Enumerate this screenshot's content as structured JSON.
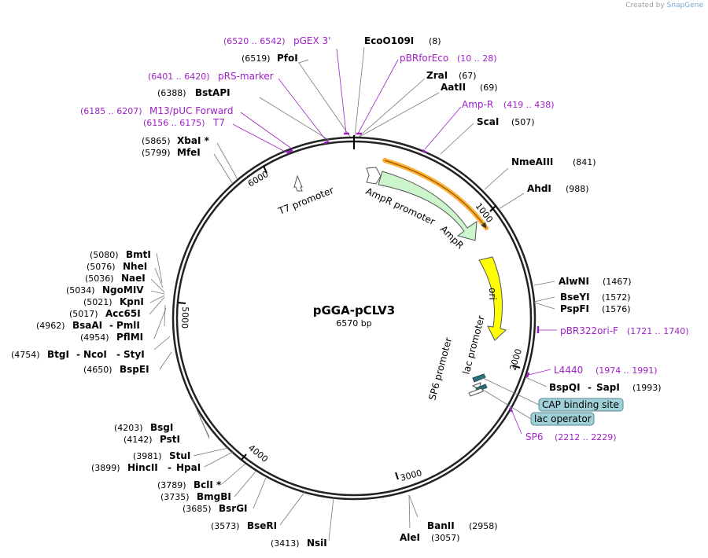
{
  "brand": {
    "prefix": "Created by",
    "name": "SnapGene"
  },
  "plasmid": {
    "name": "pGGA-pCLV3",
    "size": "6570 bp"
  },
  "ticks": [
    "1000",
    "2000",
    "3000",
    "4000",
    "5000",
    "6000"
  ],
  "sites": [
    {
      "id": "ecoo109i",
      "name": "EcoO109I",
      "pos": "(8)"
    },
    {
      "id": "pfoi",
      "name": "PfoI",
      "pos": "(6519)"
    },
    {
      "id": "zrai",
      "name": "ZraI",
      "pos": "(67)"
    },
    {
      "id": "aatii",
      "name": "AatII",
      "pos": "(69)"
    },
    {
      "id": "bstapi",
      "name": "BstAPI",
      "pos": "(6388)"
    },
    {
      "id": "scai",
      "name": "ScaI",
      "pos": "(507)"
    },
    {
      "id": "xbai",
      "name": "XbaI *",
      "pos": "(5865)"
    },
    {
      "id": "mfei",
      "name": "MfeI",
      "pos": "(5799)"
    },
    {
      "id": "nmeaiii",
      "name": "NmeAIII",
      "pos": "(841)"
    },
    {
      "id": "ahdi",
      "name": "AhdI",
      "pos": "(988)"
    },
    {
      "id": "bmti",
      "name": "BmtI",
      "pos": "(5080)"
    },
    {
      "id": "nhei",
      "name": "NheI",
      "pos": "(5076)"
    },
    {
      "id": "naei",
      "name": "NaeI",
      "pos": "(5036)"
    },
    {
      "id": "ngomiv",
      "name": "NgoMIV",
      "pos": "(5034)"
    },
    {
      "id": "kpni",
      "name": "KpnI",
      "pos": "(5021)"
    },
    {
      "id": "acc65i",
      "name": "Acc65I",
      "pos": "(5017)"
    },
    {
      "id": "bsaai",
      "name": "BsaAI",
      "pos": "(4962)",
      "name2": "PmlI"
    },
    {
      "id": "pflmi",
      "name": "PflMI",
      "pos": "(4954)"
    },
    {
      "id": "btgi",
      "name": "BtgI",
      "pos": "(4754)",
      "name2": "NcoI",
      "name3": "StyI"
    },
    {
      "id": "bspei",
      "name": "BspEI",
      "pos": "(4650)"
    },
    {
      "id": "alwni",
      "name": "AlwNI",
      "pos": "(1467)"
    },
    {
      "id": "bseyi",
      "name": "BseYI",
      "pos": "(1572)"
    },
    {
      "id": "pspfi",
      "name": "PspFI",
      "pos": "(1576)"
    },
    {
      "id": "bspqi",
      "name": "BspQI",
      "pos": "(1993)",
      "name2": "SapI"
    },
    {
      "id": "bsgi",
      "name": "BsgI",
      "pos": "(4203)"
    },
    {
      "id": "psti",
      "name": "PstI",
      "pos": "(4142)"
    },
    {
      "id": "stui",
      "name": "StuI",
      "pos": "(3981)"
    },
    {
      "id": "hincii",
      "name": "HincII",
      "pos": "(3899)",
      "name2": "HpaI"
    },
    {
      "id": "bcli",
      "name": "BclI *",
      "pos": "(3789)"
    },
    {
      "id": "bmgbi",
      "name": "BmgBI",
      "pos": "(3735)"
    },
    {
      "id": "bsrgi",
      "name": "BsrGI",
      "pos": "(3685)"
    },
    {
      "id": "bseri",
      "name": "BseRI",
      "pos": "(3573)"
    },
    {
      "id": "nsii",
      "name": "NsiI",
      "pos": "(3413)"
    },
    {
      "id": "alei",
      "name": "AleI",
      "pos": "(3057)"
    },
    {
      "id": "banii",
      "name": "BanII",
      "pos": "(2958)"
    }
  ],
  "primers": [
    {
      "id": "pgex3",
      "name": "pGEX 3'",
      "range": "(6520 .. 6542)"
    },
    {
      "id": "pbrforeco",
      "name": "pBRforEco",
      "range": "(10 .. 28)"
    },
    {
      "id": "prsmarker",
      "name": "pRS-marker",
      "range": "(6401 .. 6420)"
    },
    {
      "id": "ampr",
      "name": "Amp-R",
      "range": "(419 .. 438)"
    },
    {
      "id": "m13puc",
      "name": "M13/pUC Forward",
      "range": "(6185 .. 6207)"
    },
    {
      "id": "t7",
      "name": "T7",
      "range": "(6156 .. 6175)"
    },
    {
      "id": "pbr322ori",
      "name": "pBR322ori-F",
      "range": "(1721 .. 1740)"
    },
    {
      "id": "l4440",
      "name": "L4440",
      "range": "(1974 .. 1991)"
    },
    {
      "id": "sp6",
      "name": "SP6",
      "range": "(2212 .. 2229)"
    }
  ],
  "features": {
    "t7_promoter": "T7 promoter",
    "ampr_promoter": "AmpR promoter",
    "ampr": "AmpR",
    "ori": "ori",
    "lac_promoter": "lac promoter",
    "sp6_promoter": "SP6 promoter",
    "cap_site": "CAP binding site",
    "lac_operator": "lac operator"
  },
  "colors": {
    "backbone": "#222222",
    "primer": "#a020c8",
    "ampr_fill": "#ccf5cc",
    "ori_fill": "#ffff00",
    "orf_outline": "#ff9900",
    "feature_box": "#9fcfd7",
    "lac_box": "#2f6f80"
  }
}
